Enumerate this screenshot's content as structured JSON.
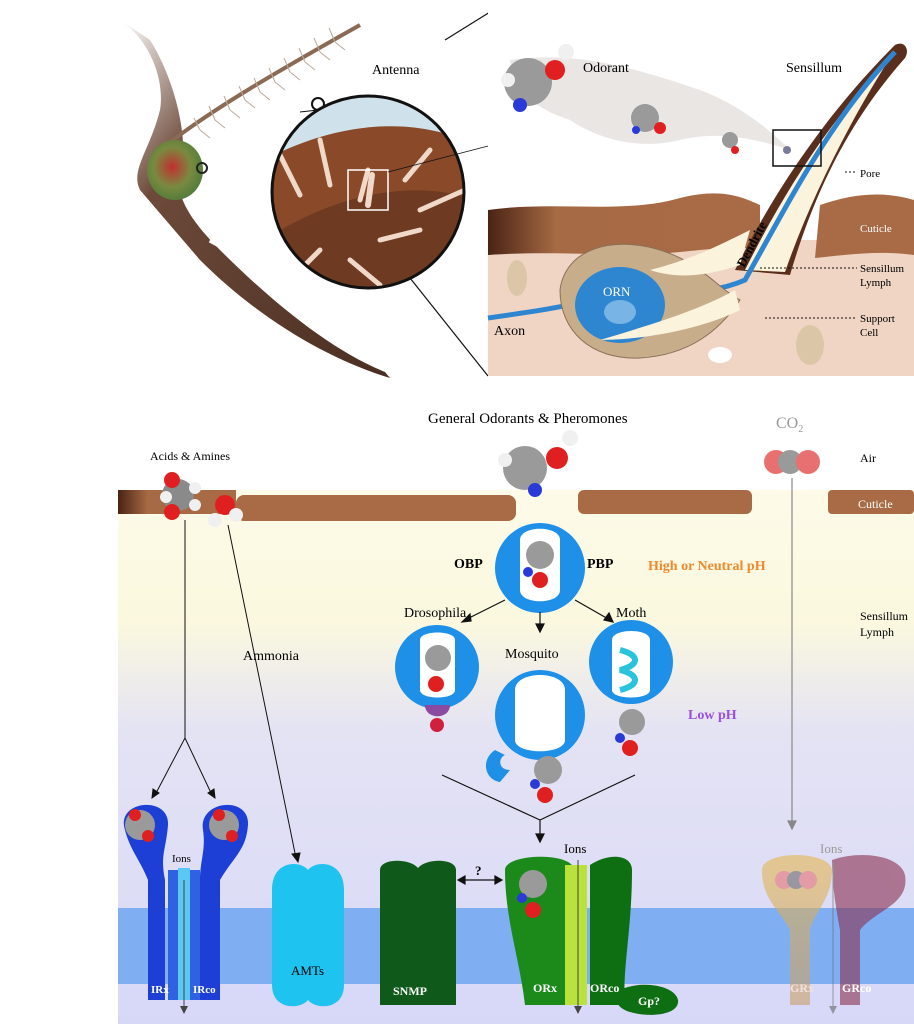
{
  "top_panel": {
    "antenna_label": "Antenna",
    "odorant_label": "Odorant",
    "sensillum_label": "Sensillum",
    "pore_label": "Pore",
    "cuticle_label": "Cuticle",
    "sensillum_lymph_label_1": "Sensillum",
    "sensillum_lymph_label_2": "Lymph",
    "support_cell_label_1": "Support",
    "support_cell_label_2": "Cell",
    "dendrite_label": "Dendrite",
    "orn_label": "ORN",
    "axon_label": "Axon"
  },
  "bottom_panel": {
    "general_odorants_label": "General Odorants & Pheromones",
    "co2_label": "CO",
    "co2_subscript": "2",
    "air_label": "Air",
    "cuticle_label": "Cuticle",
    "acids_amines_label": "Acids & Amines",
    "obp_label": "OBP",
    "pbp_label": "PBP",
    "high_ph_label": "High or Neutral pH",
    "low_ph_label": "Low pH",
    "sensillum_lymph_label_1": "Sensillum",
    "sensillum_lymph_label_2": "Lymph",
    "drosophila_label": "Drosophila",
    "mosquito_label": "Mosquito",
    "moth_label": "Moth",
    "ammonia_label": "Ammonia",
    "ions_label_ir": "Ions",
    "ions_label_or": "Ions",
    "ions_label_gr": "Ions",
    "question_label": "?",
    "irx_label": "IRx",
    "irco_label": "IRco",
    "amts_label": "AMTs",
    "snmp_label": "SNMP",
    "orx_label": "ORx",
    "orco_label": "ORco",
    "gp_label": "Gp?",
    "grx_label": "GRx",
    "grco_label": "GRco"
  },
  "colors": {
    "cuticle": "#a86b45",
    "dendrite_blue": "#2f86d0",
    "obp_blue": "#1e90e8",
    "ir_blue": "#1d3fd6",
    "amt_cyan": "#1fc3f0",
    "snmp_green": "#0f5a1a",
    "or_green": "#1b8a1b",
    "orco_green": "#0e6e12",
    "membrane": "#6aa6f0",
    "high_ph_orange": "#f0882c",
    "low_ph_purple": "#9b4fe0"
  }
}
